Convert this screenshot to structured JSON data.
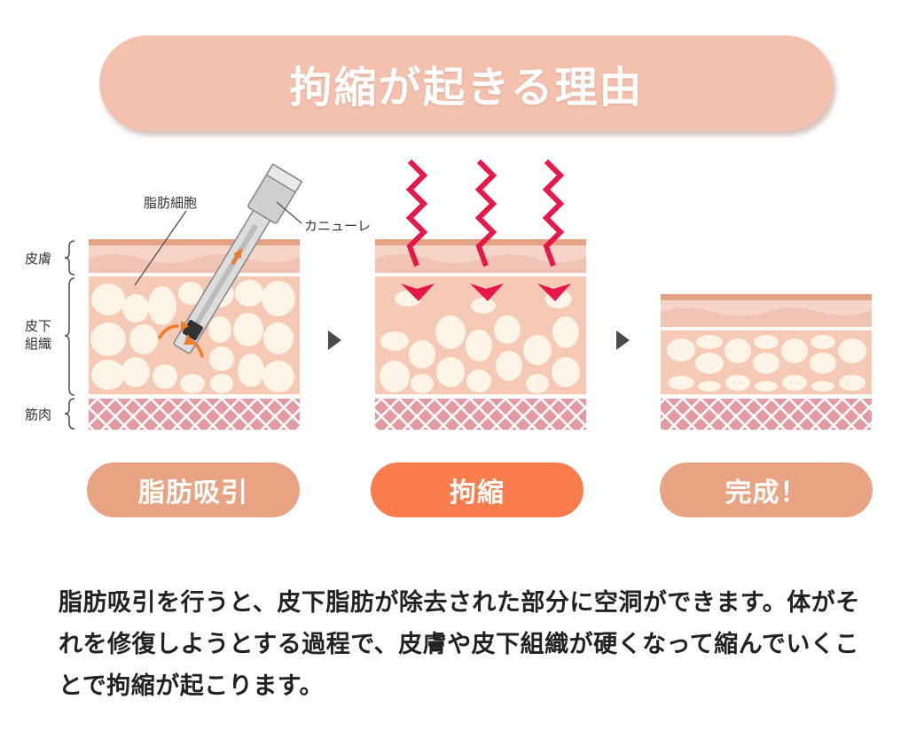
{
  "title": "拘縮が起きる理由",
  "labels": {
    "fat_cell": "脂肪細胞",
    "cannula": "カニューレ",
    "skin": "皮膚",
    "subcutaneous_line1": "皮下",
    "subcutaneous_line2": "組織",
    "muscle": "筋肉"
  },
  "steps": [
    {
      "label": "脂肪吸引"
    },
    {
      "label": "拘縮"
    },
    {
      "label": "完成！"
    }
  ],
  "description": "脂肪吸引を行うと、皮下脂肪が除去された部分に空洞ができます。体がそれを修復しようとする過程で、皮膚や皮下組織が硬くなって縮んでいくことで拘縮が起こります。",
  "colors": {
    "title_bg": "#f4c1ae",
    "step_default": "#e8a383",
    "step_active": "#fa7c4c",
    "skin_layer": "#f2c4b3",
    "fat_bg": "#f5c9b3",
    "fat_cell": "#fdf3e6",
    "muscle": "#e39aa0",
    "arrow_red": "#e8174a",
    "arrow_orange": "#ee7a2a"
  },
  "icons": [
    "cannula-icon",
    "red-zigzag-arrow-icon",
    "orange-curved-arrow-icon",
    "triangle-right-icon",
    "brace-icon"
  ]
}
